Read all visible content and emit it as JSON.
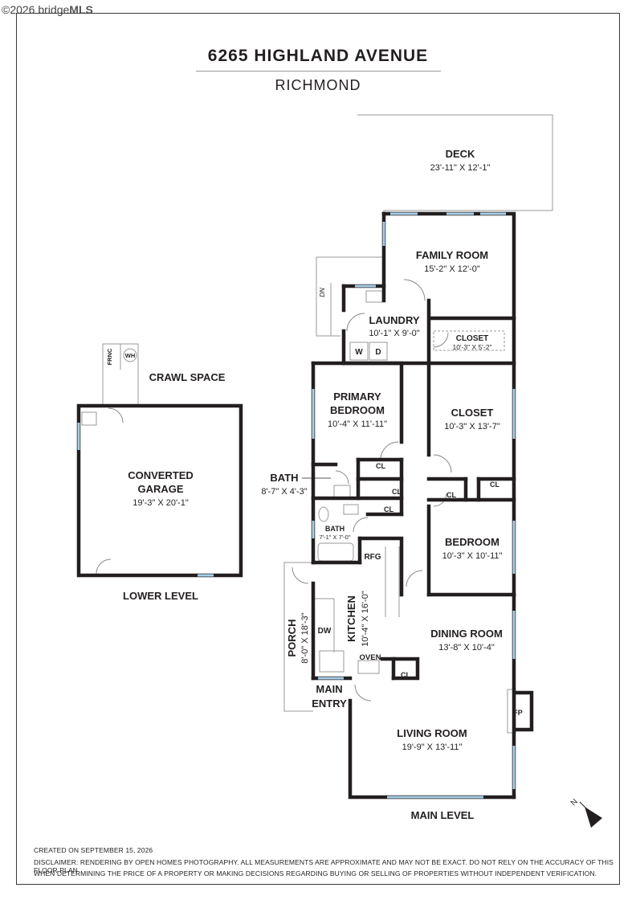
{
  "watermark": {
    "copyright": "©2026 bridge",
    "brand": "MLS"
  },
  "header": {
    "title": "6265 HIGHLAND AVENUE",
    "city": "RICHMOND"
  },
  "rooms": {
    "deck": {
      "name": "DECK",
      "dim": "23'-11\" X 12'-1\""
    },
    "family_room": {
      "name": "FAMILY ROOM",
      "dim": "15'-2\" X 12'-0\""
    },
    "laundry": {
      "name": "LAUNDRY",
      "dim": "10'-1\" X 9'-0\""
    },
    "closet_small": {
      "name": "CLOSET",
      "dim": "10'-3\" X 5'-2\""
    },
    "primary_bedroom": {
      "name1": "PRIMARY",
      "name2": "BEDROOM",
      "dim": "10'-4\" X 11'-11\""
    },
    "closet_large": {
      "name": "CLOSET",
      "dim": "10'-3\" X 13'-7\""
    },
    "bath1": {
      "name": "BATH",
      "dim": "8'-7\" X 4'-3\""
    },
    "bath2": {
      "name": "BATH",
      "dim": "7'-1\" X 7'-0\""
    },
    "bedroom": {
      "name": "BEDROOM",
      "dim": "10'-3\" X 10'-11\""
    },
    "kitchen": {
      "name": "KITCHEN",
      "dim": "10'-4\" X 16'-0\""
    },
    "porch": {
      "name": "PORCH",
      "dim": "8'-0\" X 18'-3\""
    },
    "dining_room": {
      "name": "DINING ROOM",
      "dim": "13'-8\" X 10'-4\""
    },
    "living_room": {
      "name": "LIVING ROOM",
      "dim": "19'-9\" X 13'-11\""
    },
    "main_entry": {
      "line1": "MAIN",
      "line2": "ENTRY"
    },
    "crawl_space": {
      "name": "CRAWL SPACE"
    },
    "converted_garage": {
      "name1": "CONVERTED",
      "name2": "GARAGE",
      "dim": "19'-3\" X 20'-1\""
    }
  },
  "fixtures": {
    "washer": "W",
    "dryer": "D",
    "closet": "CL",
    "refrigerator": "RFG",
    "dishwasher": "DW",
    "oven": "OVEN",
    "fireplace": "FP",
    "furnace": "FRNC",
    "water_heater": "WH",
    "stairs_down": "DN"
  },
  "levels": {
    "lower": "LOWER LEVEL",
    "main": "MAIN LEVEL"
  },
  "footer": {
    "created": "CREATED ON SEPTEMBER 15, 2026",
    "disclaimer1": "DISCLAIMER: RENDERING BY OPEN HOMES PHOTOGRAPHY. ALL MEASUREMENTS ARE APPROXIMATE AND MAY NOT BE EXACT. DO NOT RELY ON THE ACCURACY OF THIS FLOOR PLAN",
    "disclaimer2": "WHEN DETERMINING THE PRICE OF A PROPERTY OR MAKING DECISIONS REGARDING BUYING OR SELLING OF PROPERTIES WITHOUT INDEPENDENT VERIFICATION."
  },
  "colors": {
    "wall": "#231f20",
    "window": "#a9cfe6",
    "thin_line": "#9a9a9a"
  },
  "icons": [
    "north-arrow-icon",
    "sink-icon",
    "toilet-icon",
    "bathtub-icon",
    "stove-icon"
  ]
}
